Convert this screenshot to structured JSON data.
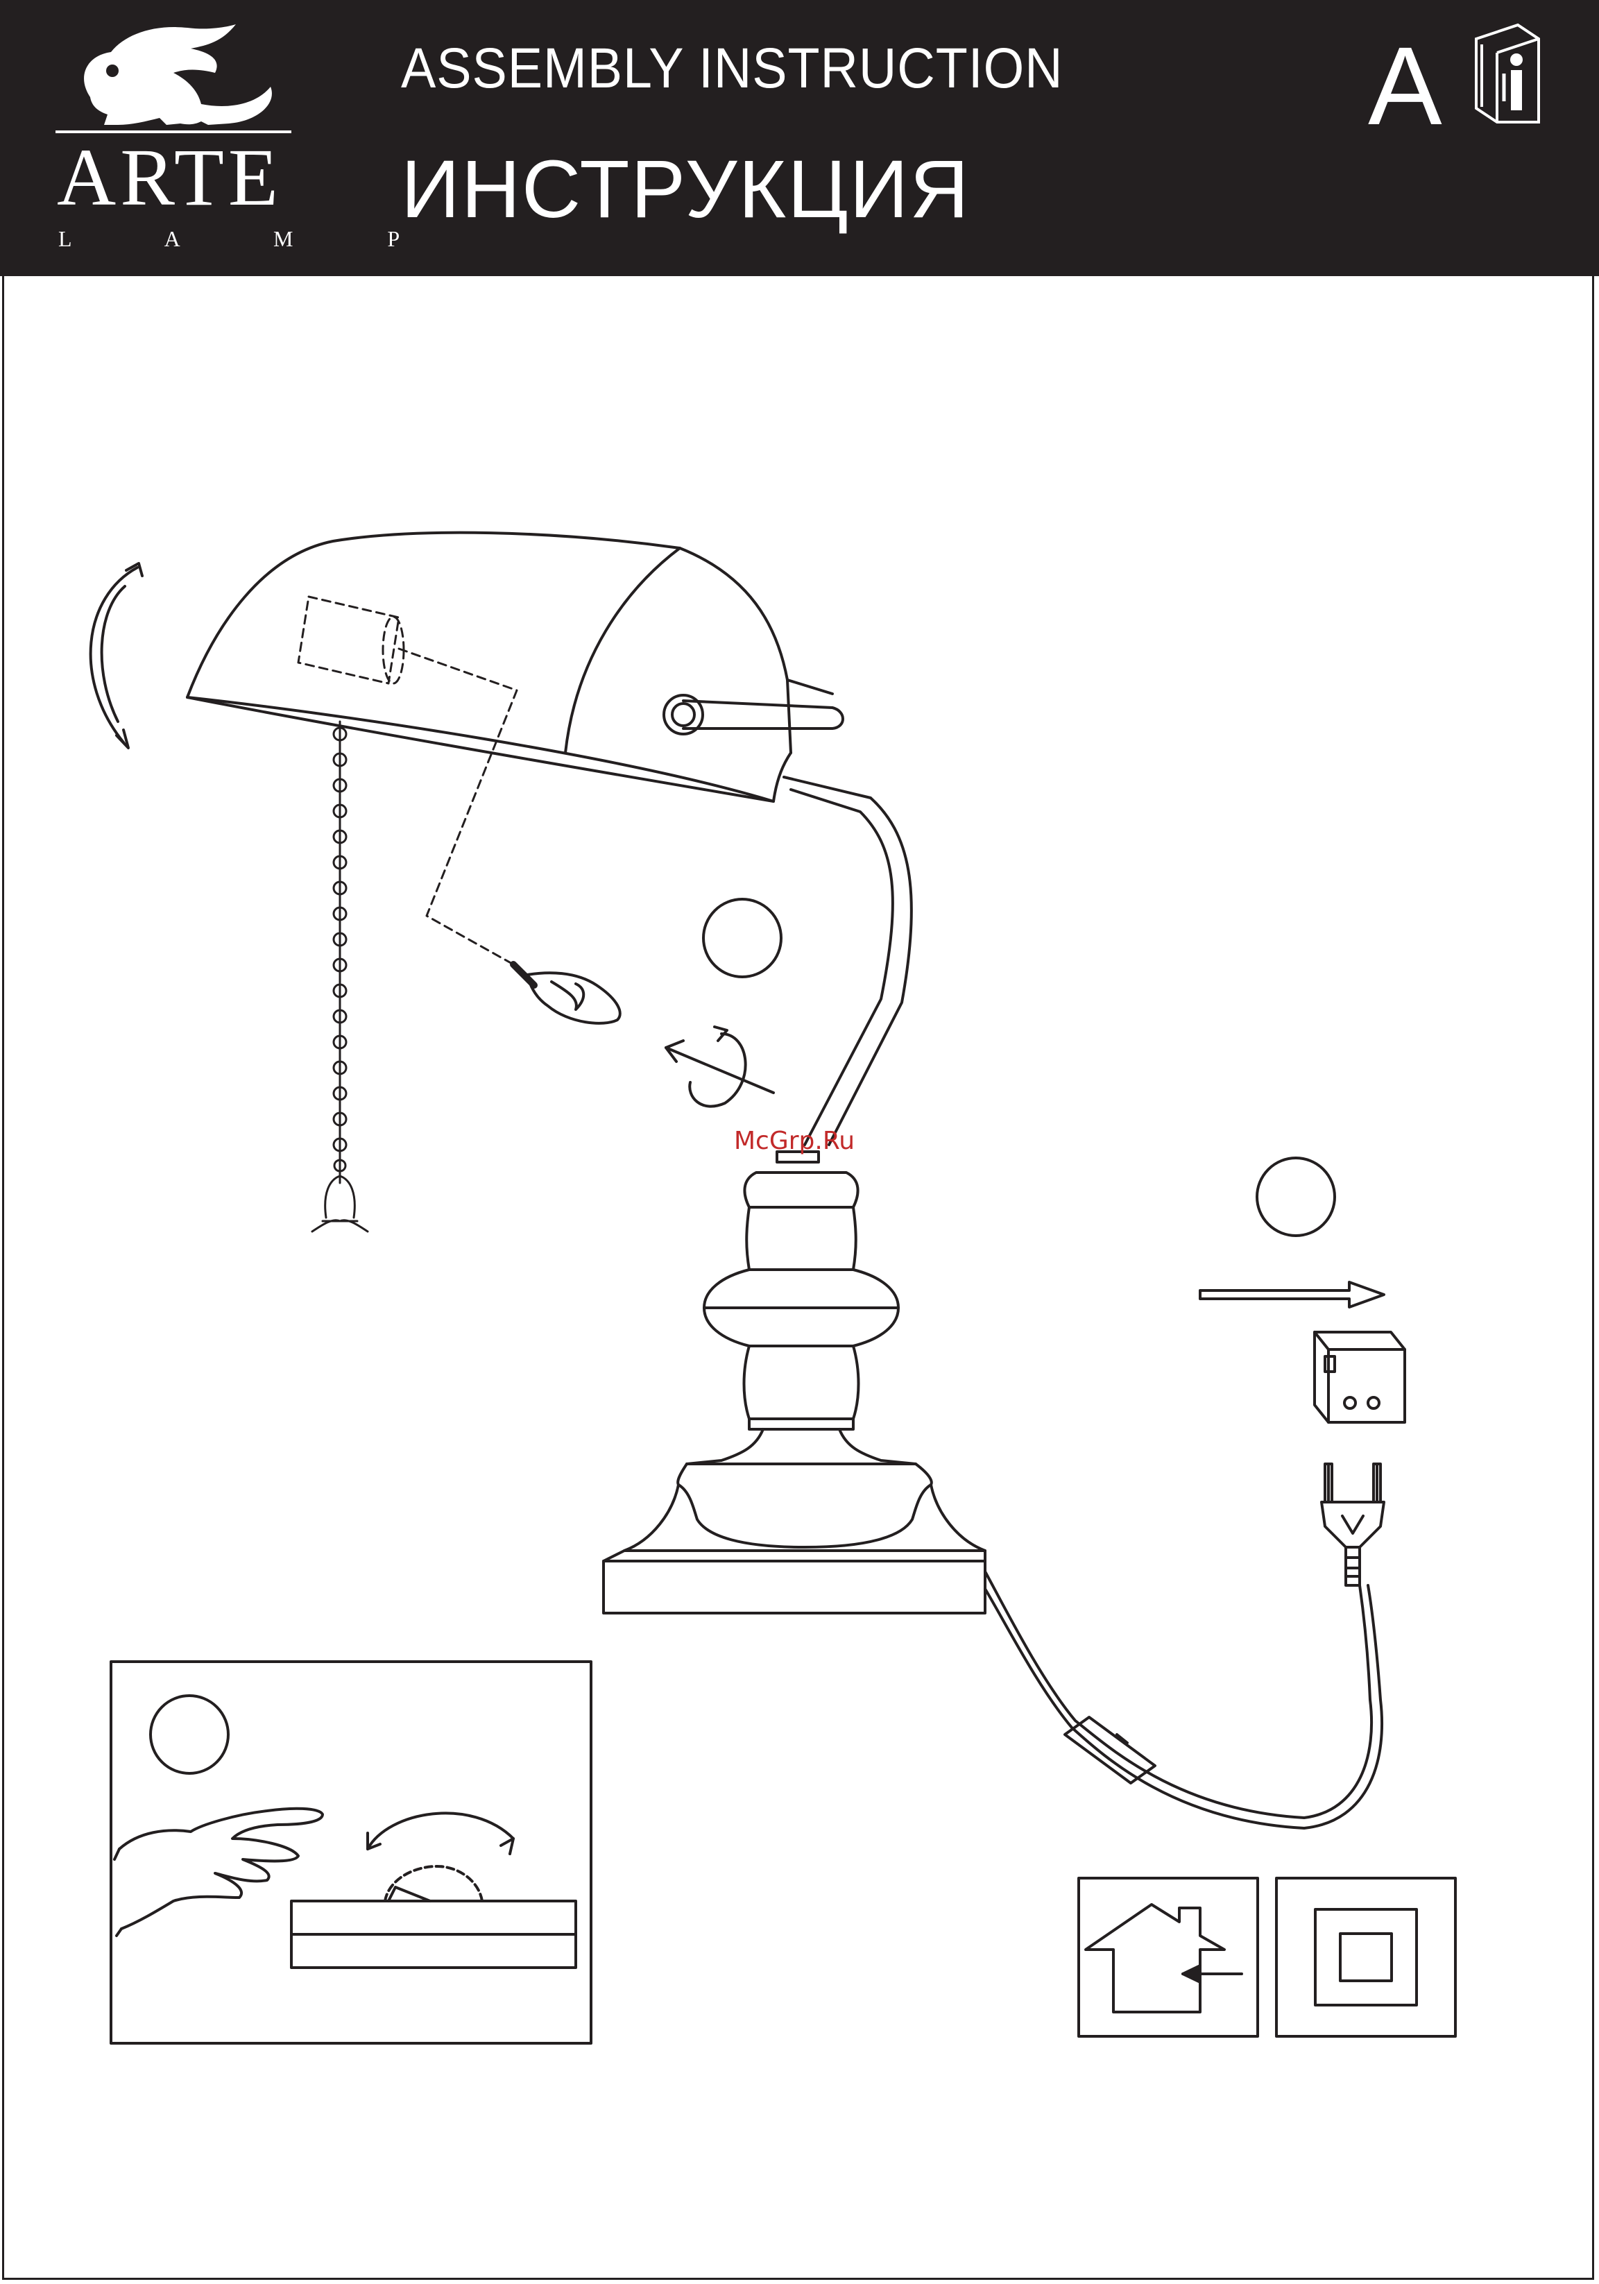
{
  "header": {
    "brand": {
      "name": "ARTE",
      "sub": "L A M P"
    },
    "title_en": "ASSEMBLY INSTRUCTION",
    "title_ru": "ИНСТРУКЦИЯ",
    "page_letter": "A",
    "info_icon": "manual-info-icon",
    "background": "#231f20"
  },
  "watermark": "McGrp.Ru",
  "colors": {
    "ink": "#231f20",
    "paper": "#ffffff",
    "watermark": "#c22a2a"
  }
}
